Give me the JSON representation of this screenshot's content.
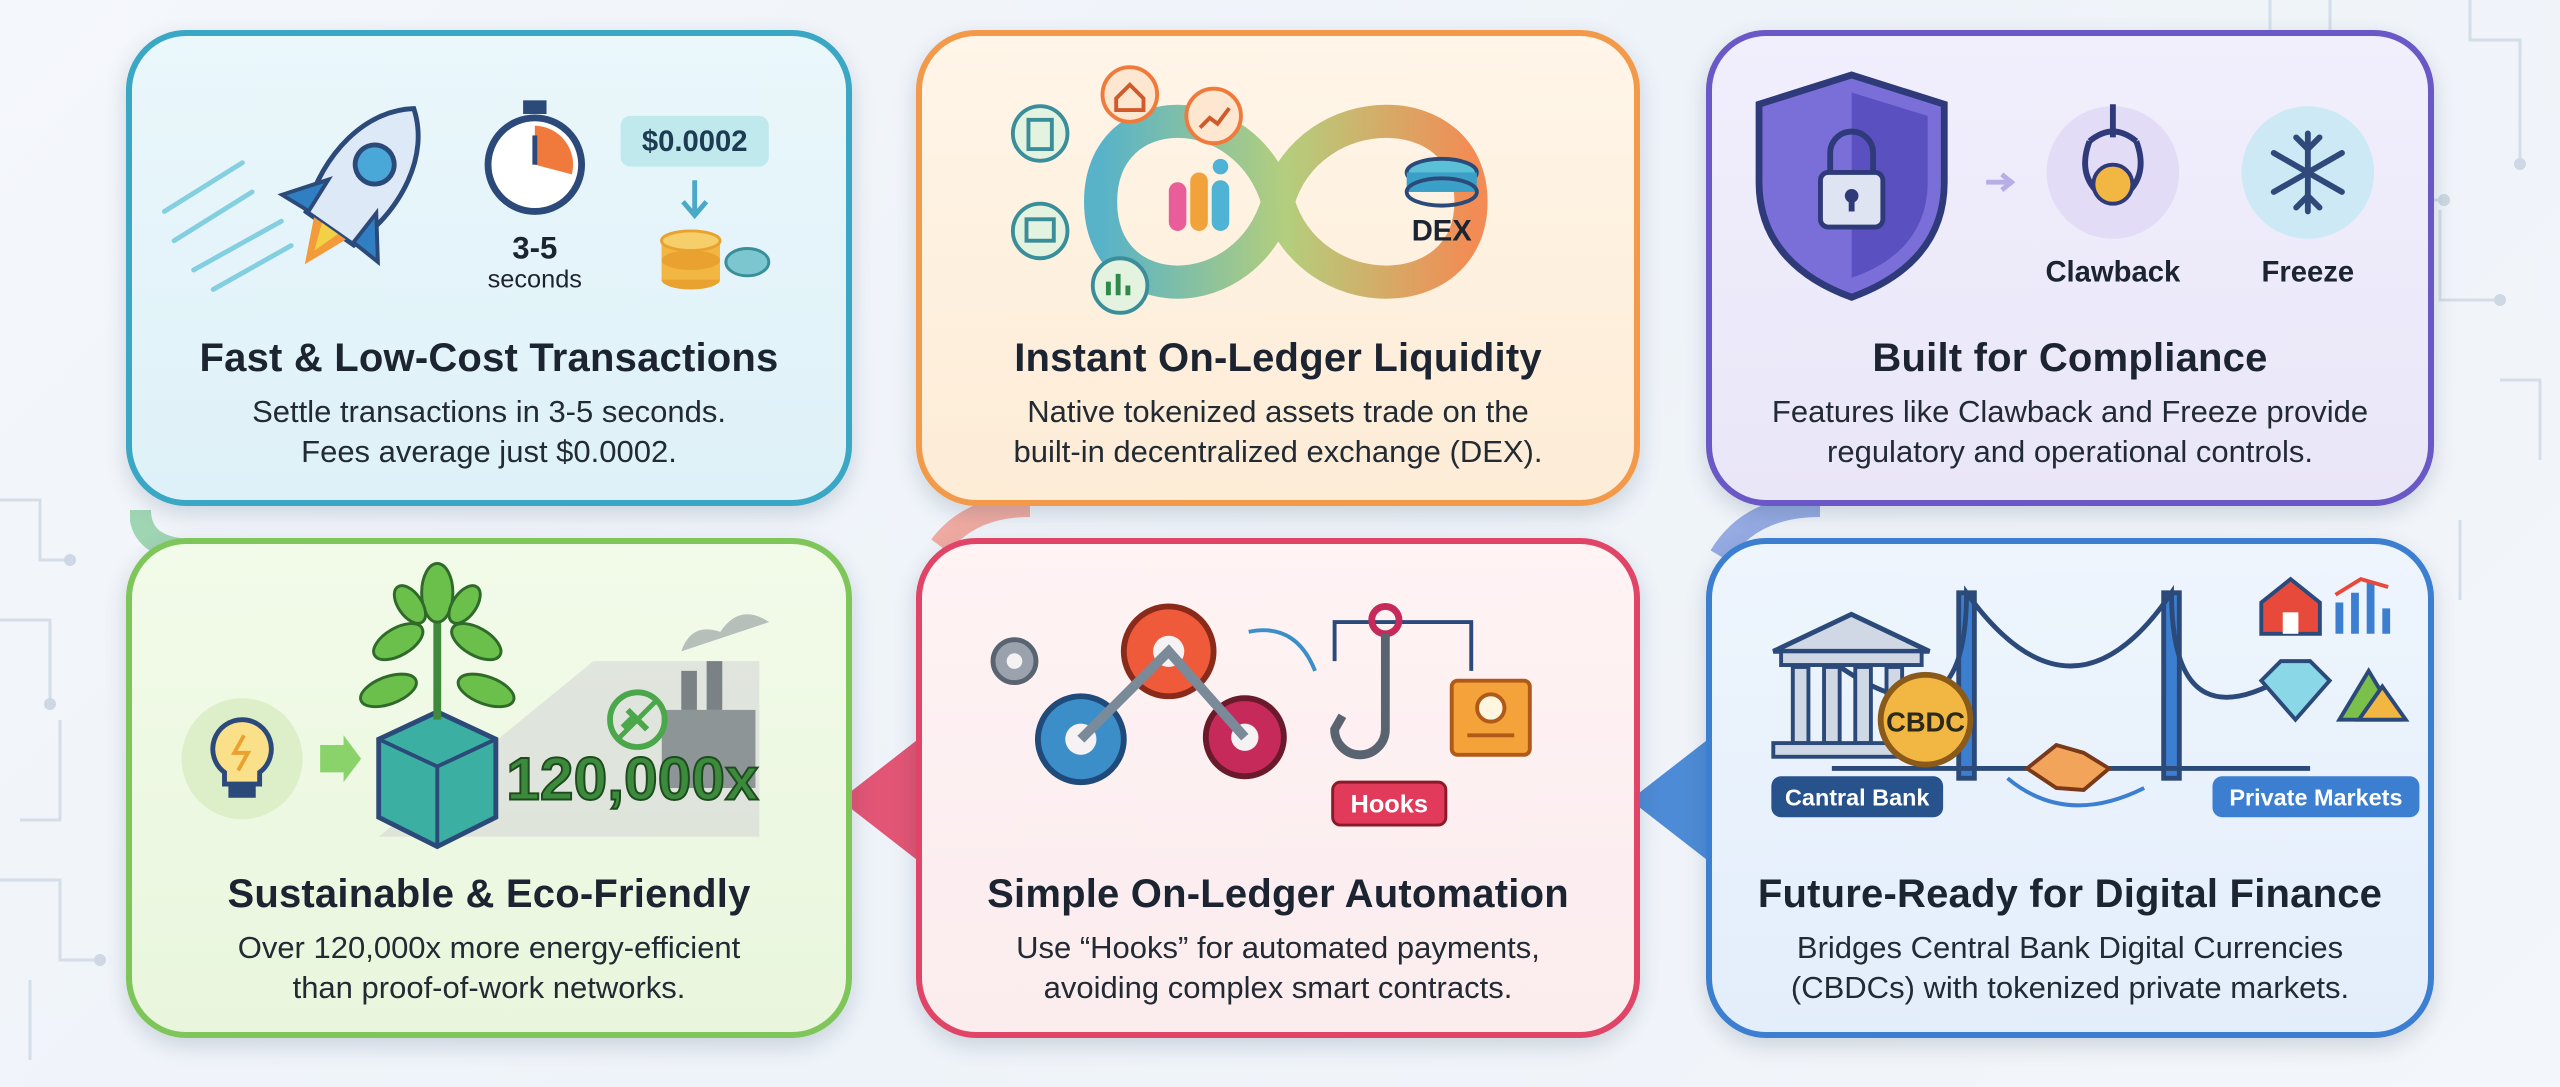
{
  "cards": {
    "fast": {
      "title": "Fast & Low-Cost Transactions",
      "desc": [
        "Settle transactions in 3-5 seconds.",
        "Fees average just $0.0002."
      ],
      "fee_badge": "$0.0002",
      "timer_value": "3-5",
      "timer_unit": "seconds"
    },
    "liquidity": {
      "title": "Instant On-Ledger Liquidity",
      "desc": [
        "Native tokenized assets trade on the",
        "built-in decentralized exchange (DEX)."
      ],
      "dex_label": "DEX"
    },
    "compliance": {
      "title": "Built for Compliance",
      "desc": [
        "Features like Clawback and Freeze provide",
        "regulatory and operational controls."
      ],
      "clawback_label": "Clawback",
      "freeze_label": "Freeze"
    },
    "sustainable": {
      "title": "Sustainable & Eco-Friendly",
      "desc": [
        "Over 120,000x more energy-efficient",
        "than proof-of-work networks."
      ],
      "efficiency_figure": "120,000x"
    },
    "automation": {
      "title": "Simple On-Ledger Automation",
      "desc": [
        "Use “Hooks” for automated payments,",
        "avoiding complex smart contracts."
      ],
      "hooks_label": "Hooks"
    },
    "future": {
      "title": "Future-Ready for Digital Finance",
      "desc": [
        "Bridges Central Bank Digital Currencies",
        "(CBDCs) with tokenized private markets."
      ],
      "cbdc_label": "CBDC",
      "central_bank_label": "Cantral Bank",
      "private_markets_label": "Private Markets"
    }
  },
  "colors": {
    "fast": "#3aa7c4",
    "liquidity": "#f29a4a",
    "compliance": "#6a58c6",
    "sustainable": "#7fc65a",
    "automation": "#e04466",
    "future": "#3c7fd1"
  },
  "icons": {
    "fast": [
      "rocket-icon",
      "stopwatch-icon",
      "coin-stack-icon",
      "down-arrow-icon"
    ],
    "liquidity": [
      "infinity-loop-icon",
      "house-icon",
      "chart-icon",
      "image-icon",
      "document-icon",
      "bar-chart-icon",
      "coin-icon",
      "logo-icon"
    ],
    "compliance": [
      "shield-lock-icon",
      "claw-icon",
      "snowflake-icon",
      "right-arrow-icon"
    ],
    "sustainable": [
      "lightbulb-icon",
      "plant-cube-icon",
      "factory-icon",
      "plug-icon"
    ],
    "automation": [
      "gear-icon",
      "hook-icon",
      "payment-icon"
    ],
    "future": [
      "bank-icon",
      "bridge-icon",
      "handshake-icon",
      "house-icon",
      "growth-chart-icon",
      "diamond-icon",
      "mountain-icon"
    ]
  }
}
